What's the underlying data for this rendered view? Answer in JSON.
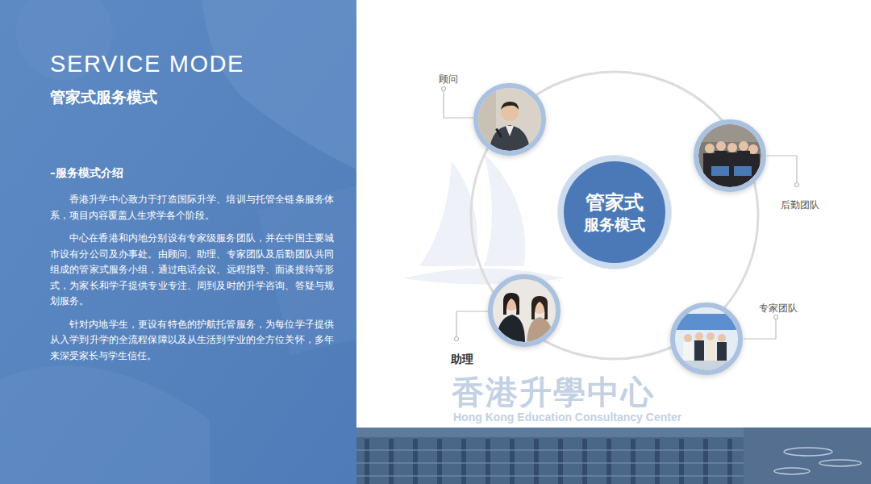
{
  "diagram": {
    "title": "SERVICE MODE",
    "nodes": [
      {
        "text": [
          "管家式",
          "服务模式"
        ]
      },
      {
        "text": [
          "顾问"
        ]
      },
      {
        "text": [
          "后勤团队"
        ]
      },
      {
        "text": [
          "专家团队"
        ]
      },
      {
        "text": [
          "助理"
        ]
      }
    ],
    "labels": [
      "管家式服务模式",
      "–服务模式介绍",
      "香港升学中心致力于打造国际升学、培训与托管全链条服务体系，项目内容覆盖人生求学各个阶段。",
      "中心在香港和内地分别设有专家级服务团队，并在中国主要城市设有分公司及办事处。由顾问、助理、专家团队及后勤团队共同组成的管家式服务小组，通过电话会议、远程指导、面谈接待等形式，为家长和学子提供专业专注、周到及时的升学咨询、答疑与规划服务。",
      "针对内地学生，更设有特色的护航托管服务，为每位学子提供从入学到升学的全流程保障以及从生活到学业的全方位关怀，多年来深受家长与学生信任。",
      "香港升學中心",
      "Hong Kong Education Consultancy Center"
    ]
  }
}
